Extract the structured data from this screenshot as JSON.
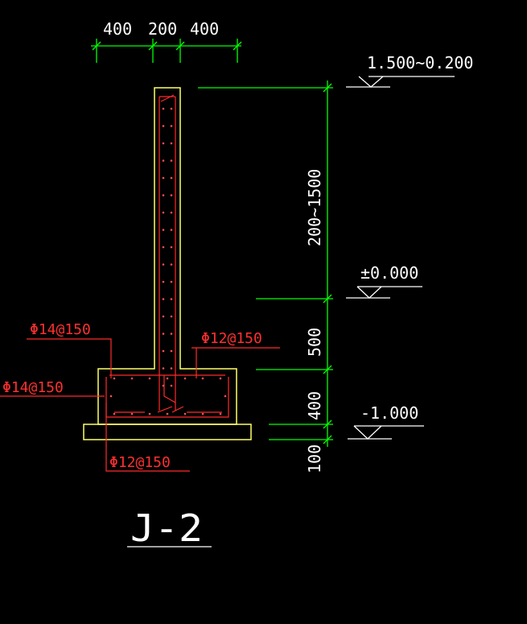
{
  "colors": {
    "background": "#000000",
    "concrete_outline": "#ffff66",
    "dimension": "#00ff00",
    "rebar": "#ff2a2a",
    "text": "#ffffff"
  },
  "top_dimensions": {
    "left": "400",
    "middle": "200",
    "right": "400"
  },
  "vertical_dimensions": {
    "wall_height": "200~1500",
    "stem": "500",
    "footing": "400",
    "cushion": "100"
  },
  "levels": {
    "top": "1.500~0.200",
    "ground": "±0.000",
    "base": "-1.000"
  },
  "rebar_labels": {
    "wall_vertical": "Φ14@150",
    "footing_side": "Φ14@150",
    "wall_horizontal": "Φ12@150",
    "footing_bottom": "Φ12@150"
  },
  "section_title": "J-2"
}
